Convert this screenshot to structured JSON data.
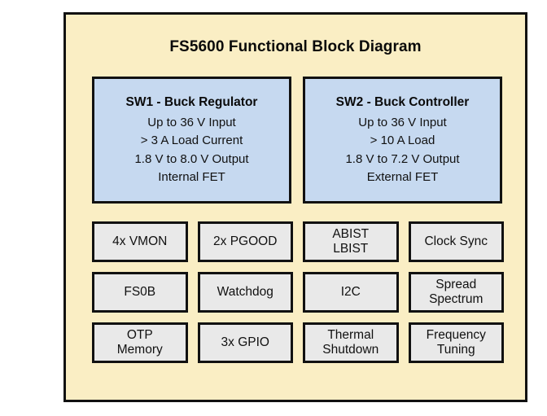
{
  "diagram": {
    "title": "FS5600 Functional Block Diagram",
    "colors": {
      "panel_background": "#faeec4",
      "panel_border": "#111111",
      "switcher_block_fill": "#c6d9f0",
      "feature_block_fill": "#e9e9e9",
      "text": "#111111",
      "page_background": "#ffffff"
    },
    "switchers": [
      {
        "title": "SW1 - Buck Regulator",
        "specs": [
          "Up to 36 V Input",
          "> 3 A Load Current",
          "1.8 V to 8.0 V Output",
          "Internal FET"
        ]
      },
      {
        "title": "SW2 - Buck Controller",
        "specs": [
          "Up to 36 V Input",
          "> 10 A Load",
          "1.8 V to 7.2 V Output",
          "External FET"
        ]
      }
    ],
    "features": [
      {
        "lines": [
          "4x VMON"
        ]
      },
      {
        "lines": [
          "2x PGOOD"
        ]
      },
      {
        "lines": [
          "ABIST",
          "LBIST"
        ]
      },
      {
        "lines": [
          "Clock Sync"
        ]
      },
      {
        "lines": [
          "FS0B"
        ]
      },
      {
        "lines": [
          "Watchdog"
        ]
      },
      {
        "lines": [
          "I2C"
        ]
      },
      {
        "lines": [
          "Spread",
          "Spectrum"
        ]
      },
      {
        "lines": [
          "OTP",
          "Memory"
        ]
      },
      {
        "lines": [
          "3x GPIO"
        ]
      },
      {
        "lines": [
          "Thermal",
          "Shutdown"
        ]
      },
      {
        "lines": [
          "Frequency",
          "Tuning"
        ]
      }
    ]
  }
}
